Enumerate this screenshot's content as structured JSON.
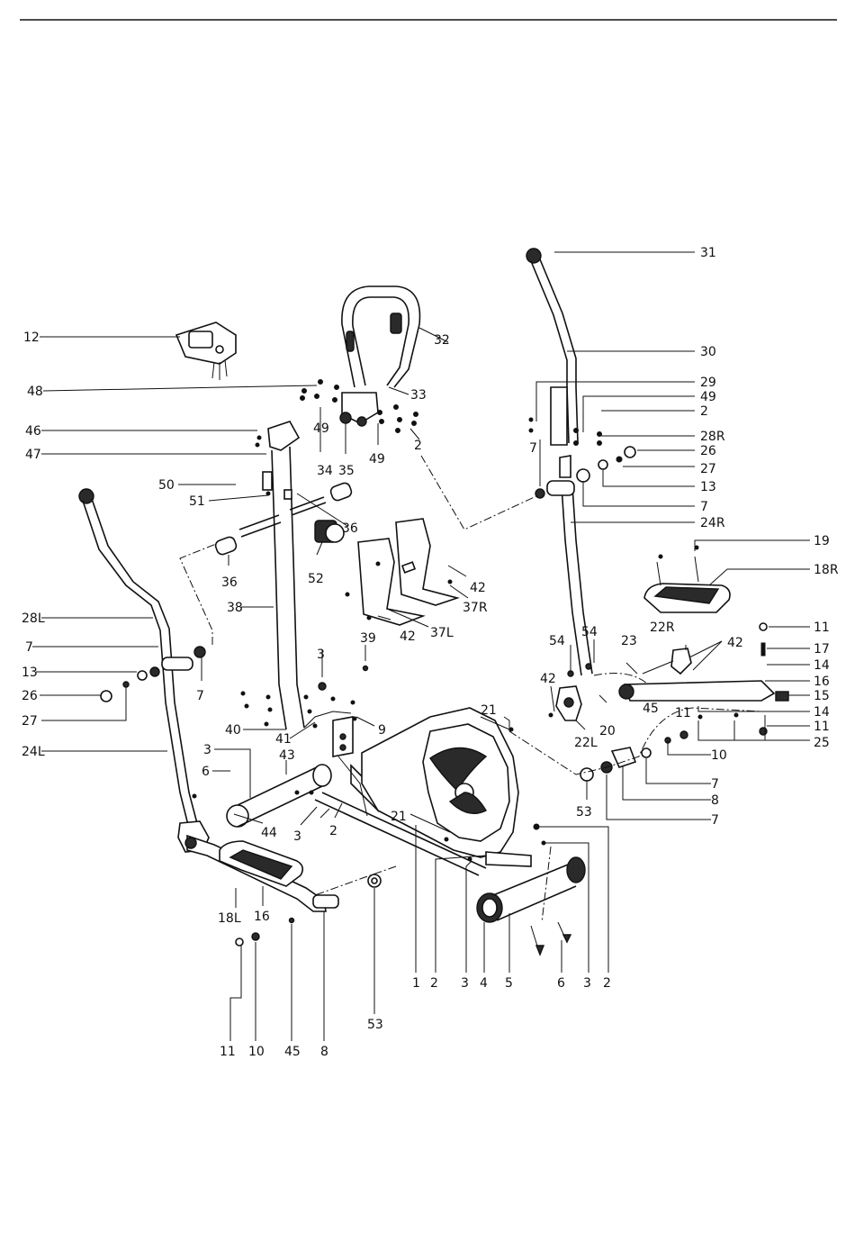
{
  "diagram": {
    "callouts": {
      "c1": "1",
      "c2a": "2",
      "c2b": "2",
      "c2c": "2",
      "c2d": "2",
      "c3a": "3",
      "c3b": "3",
      "c3c": "3",
      "c3d": "3",
      "c3e": "3",
      "c4": "4",
      "c5": "5",
      "c6a": "6",
      "c6b": "6",
      "c7a": "7",
      "c7b": "7",
      "c7c": "7",
      "c7d": "7",
      "c7e": "7",
      "c7f": "7",
      "c8a": "8",
      "c8b": "8",
      "c9": "9",
      "c10a": "10",
      "c10b": "10",
      "c11a": "11",
      "c11b": "11",
      "c11c": "11",
      "c11d": "11",
      "c12": "12",
      "c13a": "13",
      "c13b": "13",
      "c14a": "14",
      "c14b": "14",
      "c15": "15",
      "c16a": "16",
      "c16b": "16",
      "c17": "17",
      "c18L": "18L",
      "c18R": "18R",
      "c19": "19",
      "c20": "20",
      "c21a": "21",
      "c21b": "21",
      "c22L": "22L",
      "c22R": "22R",
      "c23": "23",
      "c24L": "24L",
      "c24R": "24R",
      "c25": "25",
      "c26a": "26",
      "c26b": "26",
      "c27a": "27",
      "c27b": "27",
      "c28L": "28L",
      "c28R": "28R",
      "c29": "29",
      "c30": "30",
      "c31": "31",
      "c32": "32",
      "c33": "33",
      "c34": "34",
      "c35": "35",
      "c36a": "36",
      "c36b": "36",
      "c37L": "37L",
      "c37R": "37R",
      "c38": "38",
      "c39": "39",
      "c40": "40",
      "c41": "41",
      "c42a": "42",
      "c42b": "42",
      "c42c": "42",
      "c42d": "42",
      "c43": "43",
      "c44": "44",
      "c45a": "45",
      "c45b": "45",
      "c46": "46",
      "c47": "47",
      "c48": "48",
      "c49a": "49",
      "c49b": "49",
      "c49c": "49",
      "c50": "50",
      "c51": "51",
      "c52": "52",
      "c53a": "53",
      "c53b": "53",
      "c54a": "54",
      "c54b": "54"
    }
  }
}
